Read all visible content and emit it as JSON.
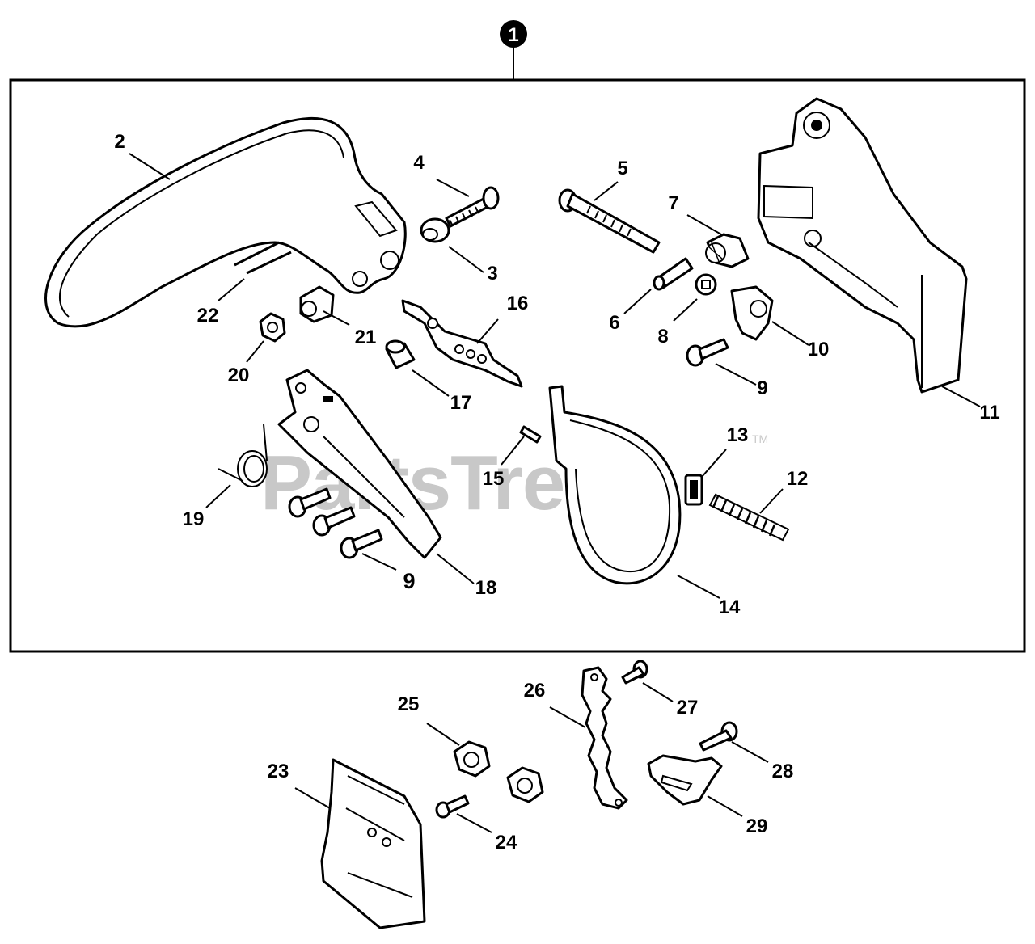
{
  "callouts": {
    "assembly": "1",
    "c2": "2",
    "c3": "3",
    "c4": "4",
    "c5": "5",
    "c6": "6",
    "c7": "7",
    "c8": "8",
    "c9a": "9",
    "c9b": "9",
    "c10": "10",
    "c11": "11",
    "c12": "12",
    "c13": "13",
    "c14": "14",
    "c15": "15",
    "c16": "16",
    "c17": "17",
    "c18": "18",
    "c19": "19",
    "c20": "20",
    "c21": "21",
    "c22": "22",
    "c23": "23",
    "c24": "24",
    "c25": "25",
    "c26": "26",
    "c27": "27",
    "c28": "28",
    "c29": "29"
  },
  "watermark": {
    "text": "PartsTree",
    "mark": "TM"
  }
}
